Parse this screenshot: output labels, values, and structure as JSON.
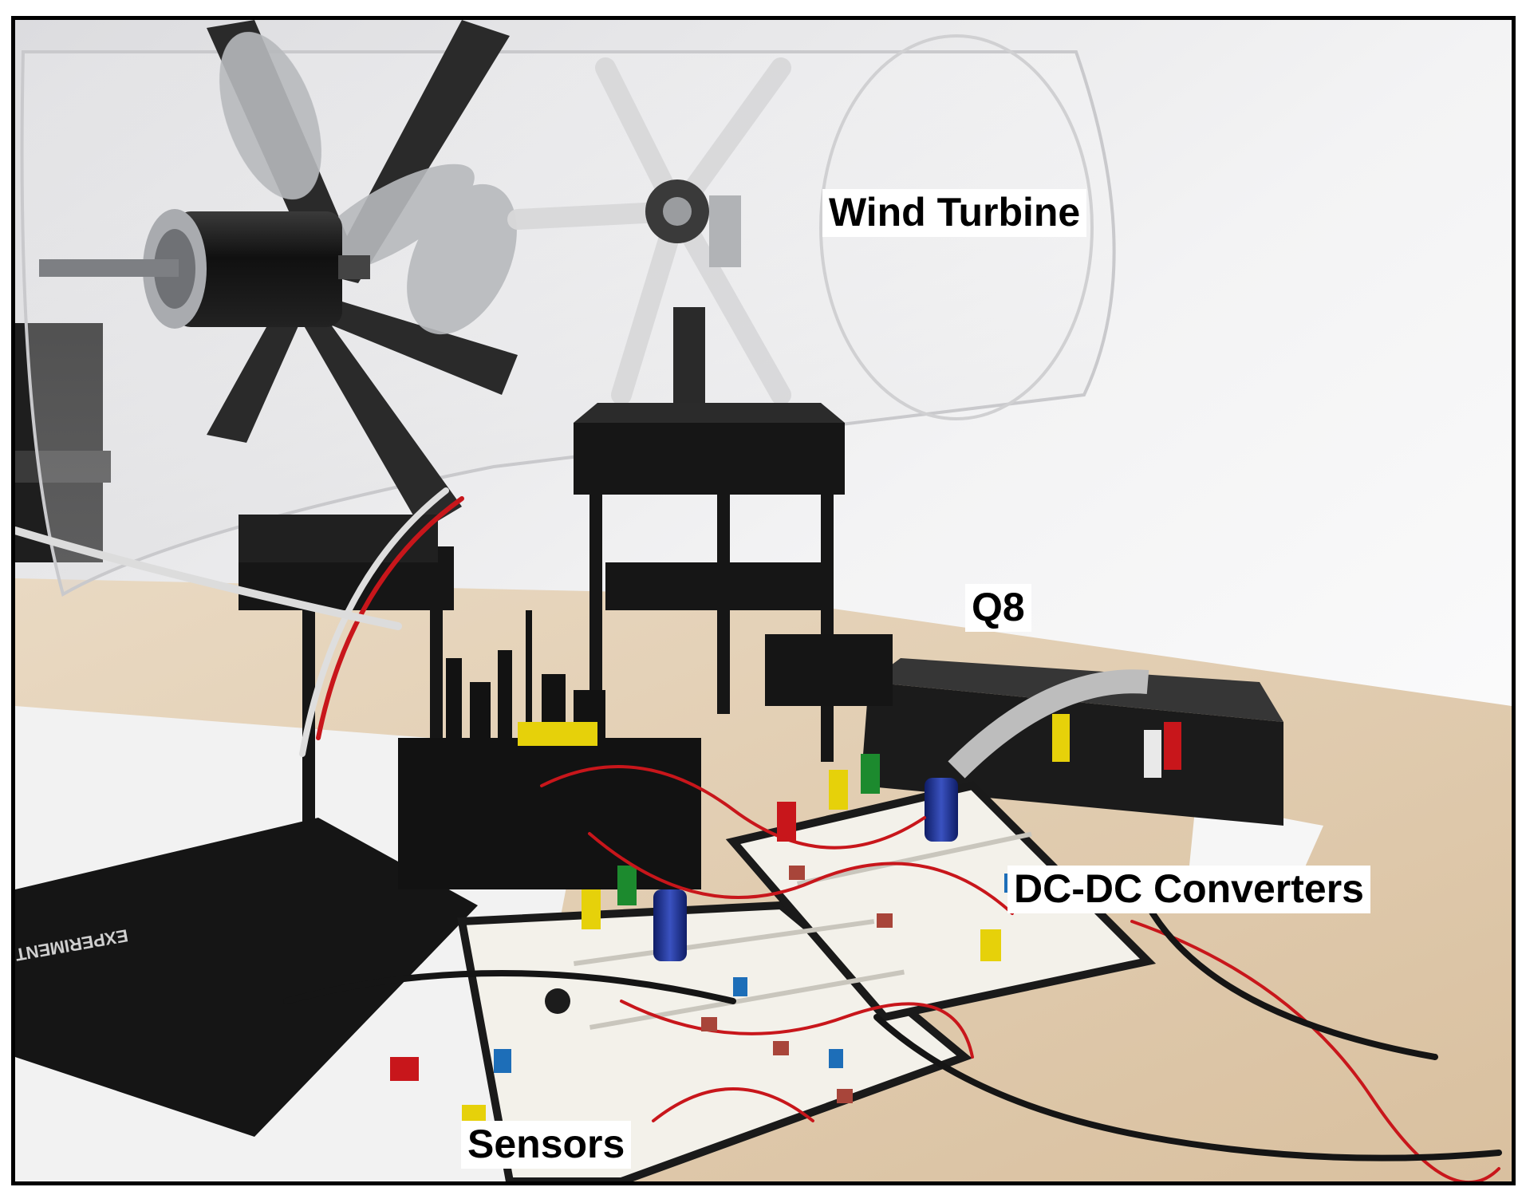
{
  "figure": {
    "labels": {
      "wind_turbine": "Wind Turbine",
      "q8": "Q8",
      "dc_dc_converters": "DC-DC Converters",
      "sensors": "Sensors"
    },
    "colors": {
      "wall": "#f1f1f2",
      "table": "#ead8bf",
      "foam": "#f4f4f4",
      "equipment": "#1a1a1a",
      "breadboard": "#f3f1ea",
      "wire_red": "#c8161b",
      "plug_yellow": "#e6d10a",
      "plug_green": "#1c8a2e",
      "capacitor_blue": "#1d2f8c"
    }
  }
}
